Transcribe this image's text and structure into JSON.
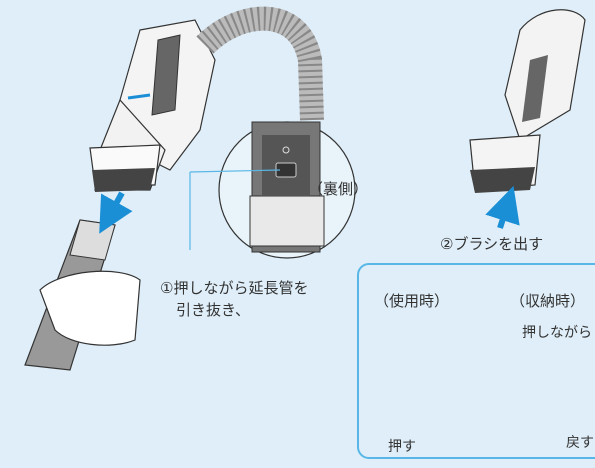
{
  "labels": {
    "back_side": "（裏側）",
    "step1_line1": "①押しながら延長管を",
    "step1_line2": "引き抜き、",
    "step2": "②ブラシを出す",
    "in_use": "（使用時）",
    "stored": "（収納時）",
    "press_while": "押しながら",
    "press": "押す",
    "return": "戻す"
  },
  "colors": {
    "background": "#dfeef8",
    "accent_blue": "#1a8fd6",
    "box_border": "#58b7e6"
  }
}
